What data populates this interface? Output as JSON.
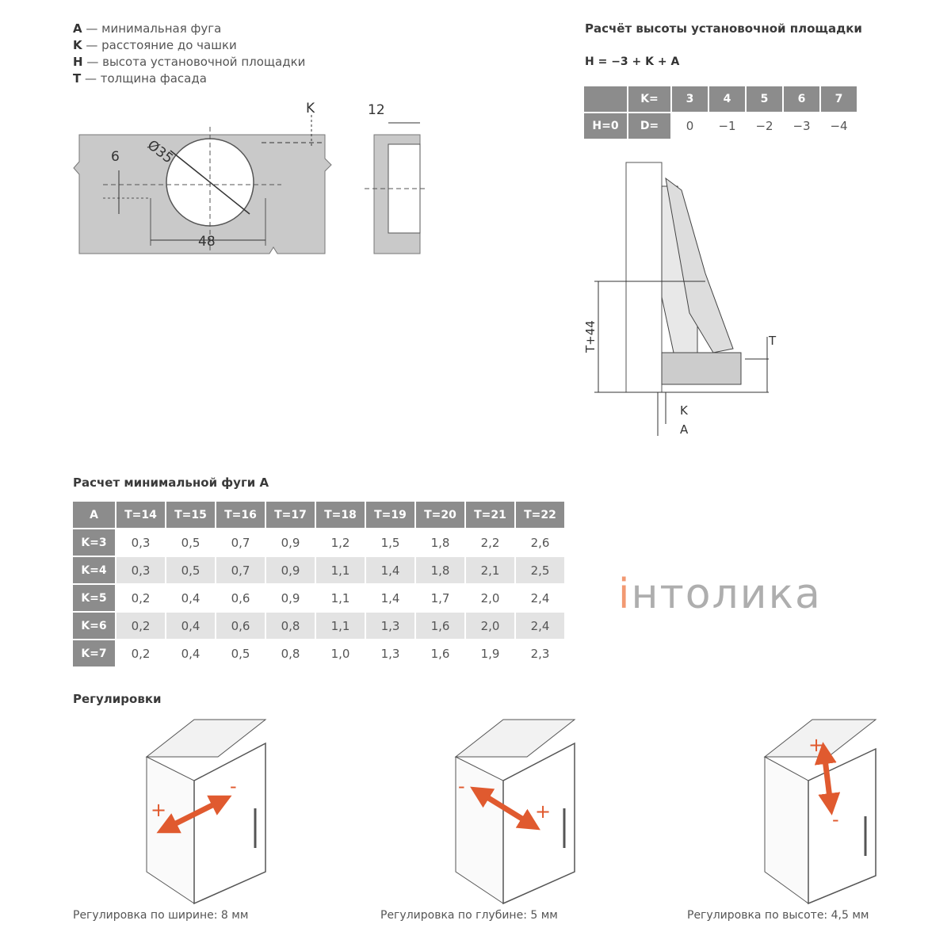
{
  "legend": [
    {
      "key": "A",
      "text": " — минимальная фуга"
    },
    {
      "key": "K",
      "text": " — расстояние до чашки"
    },
    {
      "key": "H",
      "text": " — высота установочной площадки"
    },
    {
      "key": "T",
      "text": " — толщина фасада"
    }
  ],
  "drawing_labels": {
    "k": "K",
    "d6": "6",
    "d35": "Ø35",
    "d48": "48",
    "d12": "12",
    "t44": "T+44",
    "t": "T",
    "k2": "K",
    "a": "A"
  },
  "height_calc": {
    "title": "Расчёт высоты установочной площадки",
    "formula": "H = −3 + K + A",
    "header": [
      "",
      "K=",
      "3",
      "4",
      "5",
      "6",
      "7"
    ],
    "row_head": [
      "H=0",
      "D="
    ],
    "row_values": [
      "0",
      "−1",
      "−2",
      "−3",
      "−4"
    ]
  },
  "gap_calc": {
    "title": "Расчет минимальной фуги А",
    "header": [
      "A",
      "T=14",
      "T=15",
      "T=16",
      "T=17",
      "T=18",
      "T=19",
      "T=20",
      "T=21",
      "T=22"
    ],
    "rows": [
      {
        "k": "K=3",
        "v": [
          "0,3",
          "0,5",
          "0,7",
          "0,9",
          "1,2",
          "1,5",
          "1,8",
          "2,2",
          "2,6"
        ]
      },
      {
        "k": "K=4",
        "v": [
          "0,3",
          "0,5",
          "0,7",
          "0,9",
          "1,1",
          "1,4",
          "1,8",
          "2,1",
          "2,5"
        ]
      },
      {
        "k": "K=5",
        "v": [
          "0,2",
          "0,4",
          "0,6",
          "0,9",
          "1,1",
          "1,4",
          "1,7",
          "2,0",
          "2,4"
        ]
      },
      {
        "k": "K=6",
        "v": [
          "0,2",
          "0,4",
          "0,6",
          "0,8",
          "1,1",
          "1,3",
          "1,6",
          "2,0",
          "2,4"
        ]
      },
      {
        "k": "K=7",
        "v": [
          "0,2",
          "0,4",
          "0,5",
          "0,8",
          "1,0",
          "1,3",
          "1,6",
          "1,9",
          "2,3"
        ]
      }
    ]
  },
  "watermark_logo": {
    "i": "i",
    "rest": "нтолика"
  },
  "adjust": {
    "title": "Регулировки",
    "captions": [
      "Регулировка по ширине: 8 мм",
      "Регулировка по глубине: 5 мм",
      "Регулировка по высоте: 4,5 мм"
    ],
    "signs": {
      "plus": "+",
      "minus": "-"
    }
  },
  "colors": {
    "header": "#8c8c8c",
    "alt_row": "#e3e3e3",
    "arrow": "#e05a2f"
  }
}
